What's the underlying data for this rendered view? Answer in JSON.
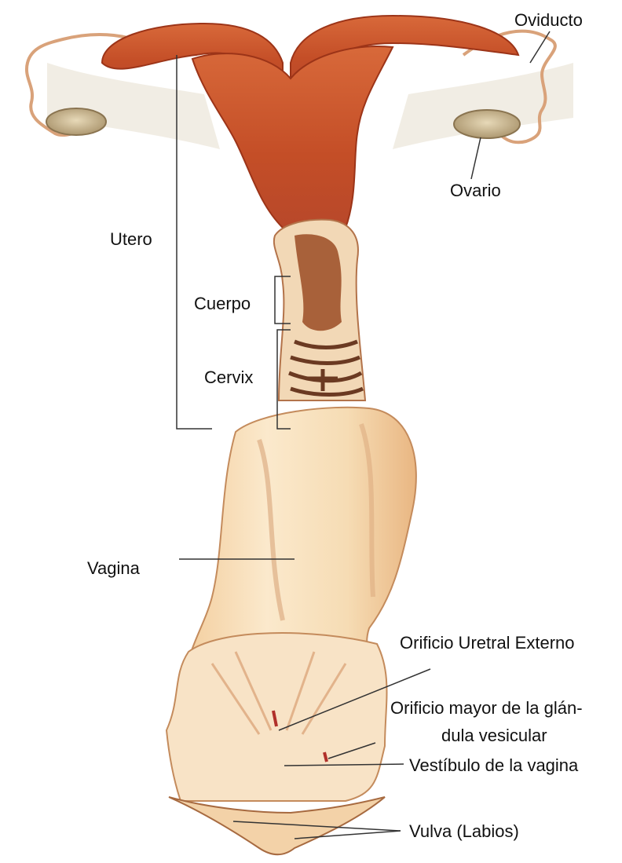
{
  "labels": {
    "oviducto": "Oviducto",
    "ovario": "Ovario",
    "utero": "Utero",
    "cuerpo": "Cuerpo",
    "cervix": "Cervix",
    "vagina": "Vagina",
    "orificio_uretral": "Orificio Uretral Externo",
    "orificio_mayor_l1": "Orificio mayor de la glán-",
    "orificio_mayor_l2": "dula vesicular",
    "vestibulo": "Vestíbulo de la vagina",
    "vulva": "Vulva (Labios)"
  },
  "colors": {
    "uterus": "#c8552b",
    "uterus_dark": "#9c3418",
    "cervix_inner": "#a8613a",
    "vagina": "#f6dcb6",
    "vagina_shade": "#d79e6c",
    "ovary": "#c9b48c",
    "ligament": "#e9e4d6",
    "leader": "#333333"
  }
}
